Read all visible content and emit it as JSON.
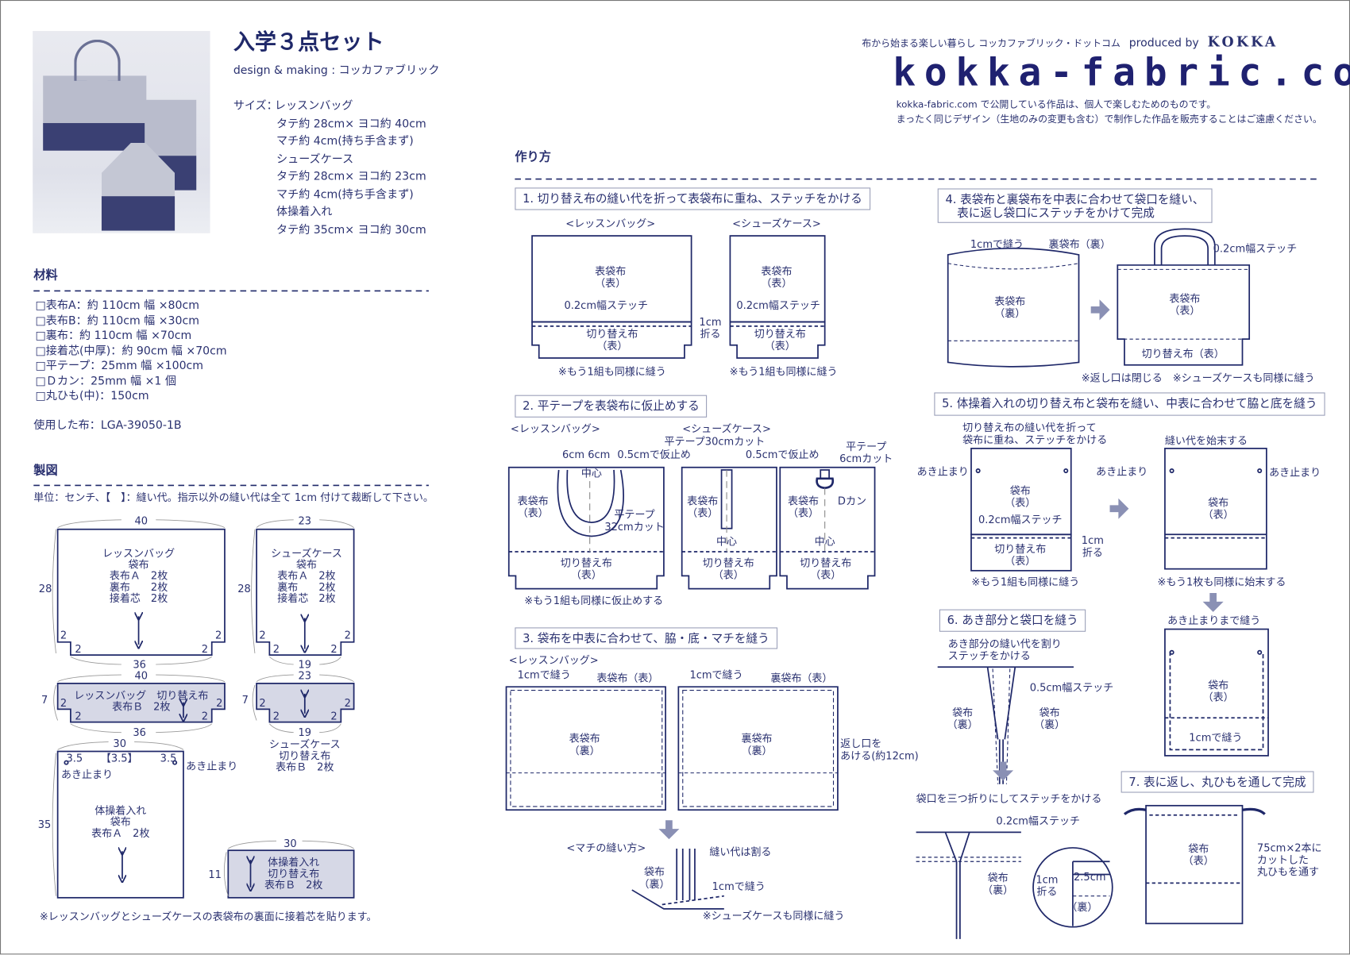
{
  "header": {
    "title": "入学３点セット",
    "credit": "design & making : コッカファブリック",
    "size_label": "サイズ：",
    "size_lines": [
      "レッスンバッグ",
      "タテ約 28cm× ヨコ約 40cm",
      "マチ約 4cm(持ち手含まず)",
      "シューズケース",
      "タテ約 28cm× ヨコ約 23cm",
      "マチ約 4cm(持ち手含まず)",
      "体操着入れ",
      "タテ約 35cm× ヨコ約 30cm"
    ]
  },
  "brand": {
    "tagline": "布から始まる楽しい暮らし コッカファブリック・ドットコム",
    "produced": "produced by",
    "kokka": "KOKKA",
    "logo": "kokka-fabric.com",
    "notice": [
      "kokka-fabric.com で公開している作品は、個人で楽しむためのものです。",
      "まったく同じデザイン（生地のみの変更も含む）で制作した作品を販売することはご遠慮ください。"
    ]
  },
  "materials": {
    "heading": "材料",
    "items": [
      "□表布A：約 110cm 幅 ×80cm",
      "□表布B：約 110cm 幅 ×30cm",
      "□裏布：約 110cm 幅 ×70cm",
      "□接着芯(中厚)：約 90cm 幅 ×70cm",
      "□平テープ：25mm 幅 ×100cm",
      "□Ｄカン：25mm 幅 ×1 個",
      "□丸ひも(中)：150cm"
    ],
    "used": "使用した布：LGA-39050-1B"
  },
  "pattern": {
    "heading": "製図",
    "note": "単位：センチ、【　】：縫い代。指示以外の縫い代は全て 1cm 付けて裁断して下さい。",
    "lesson_body": {
      "label": "レッスンバッグ\n袋布\n表布Ａ　2枚\n裏布　　2枚\n接着芯　2枚",
      "top": "40",
      "side": "28",
      "bottom": "36",
      "corner": "2"
    },
    "shoes_body": {
      "label": "シューズケース\n袋布\n表布Ａ　2枚\n裏布　　2枚\n接着芯　2枚",
      "top": "23",
      "side": "28",
      "bottom": "19",
      "corner": "2"
    },
    "lesson_switch": {
      "label": "レッスンバッグ　切り替え布\n表布Ｂ　2枚",
      "top": "40",
      "side": "7",
      "bottom": "36",
      "corner": "2"
    },
    "shoes_switch": {
      "label": "シューズケース\n切り替え布\n表布Ｂ　2枚",
      "top": "23",
      "side": "7",
      "bottom": "19",
      "corner": "2"
    },
    "gym_body": {
      "label": "体操着入れ\n袋布\n表布Ａ　2枚",
      "top": "30",
      "side": "35",
      "left_margin": "3.5",
      "seam": "【3.5】",
      "right_margin": "3.5",
      "stop": "あき止まり"
    },
    "gym_switch": {
      "label": "体操着入れ\n切り替え布\n表布Ｂ　2枚",
      "top": "30",
      "side": "11"
    },
    "footnote": "※レッスンバッグとシューズケースの表袋布の裏面に接着芯を貼ります。"
  },
  "steps": {
    "heading": "作り方",
    "s1": {
      "title": "1. 切り替え布の縫い代を折って表袋布に重ね、ステッチをかける",
      "lesson": "<レッスンバッグ>",
      "shoes": "<シューズケース>",
      "outer": "表袋布\n（表）",
      "stitch": "0.2cm幅ステッチ",
      "switch": "切り替え布\n（表）",
      "fold": "1cm\n折る",
      "note": "※もう1組も同様に縫う"
    },
    "s2": {
      "title": "2. 平テープを表袋布に仮止めする",
      "lesson": "<レッスンバッグ>",
      "shoes": "<シューズケース>",
      "six": "6cm 6cm",
      "baste": "0.5cmで仮止め",
      "center": "中心",
      "outer": "表袋布\n（表）",
      "tape32": "平テープ\n32cmカット",
      "tape30": "平テープ30cmカット",
      "tape6": "平テープ\n6cmカット",
      "dring": "Dカン",
      "switch": "切り替え布\n（表）",
      "note": "※もう1組も同様に仮止めする"
    },
    "s3": {
      "title": "3. 袋布を中表に合わせて、脇・底・マチを縫う",
      "lesson": "<レッスンバッグ>",
      "sew1": "1cmで縫う",
      "outer_face": "表袋布（表）",
      "lining_face": "裏袋布（表）",
      "outer": "表袋布\n（裏）",
      "lining": "裏袋布\n（裏）",
      "opening": "返し口を\nあける(約12cm)",
      "gusset": "<マチの縫い方>",
      "split": "縫い代は割る",
      "bag": "袋布\n（裏）",
      "note": "※シューズケースも同様に縫う"
    },
    "s4": {
      "title": "4. 表袋布と裏袋布を中表に合わせて袋口を縫い、\n　表に返し袋口にステッチをかけて完成",
      "sew1": "1cmで縫う",
      "lining_back": "裏袋布（裏）",
      "outer": "表袋布\n（裏）",
      "stitch": "0.2cm幅ステッチ",
      "outer_face": "表袋布\n（表）",
      "switch": "切り替え布（表）",
      "note": "※返し口は閉じる　※シューズケースも同様に縫う"
    },
    "s5": {
      "title": "5. 体操着入れの切り替え布と袋布を縫い、中表に合わせて脇と底を縫う",
      "instr": "切り替え布の縫い代を折って\n袋布に重ね、ステッチをかける",
      "stop": "あき止まり",
      "bag": "袋布\n（表）",
      "stitch": "0.2cm幅ステッチ",
      "switch": "切り替え布\n（表）",
      "fold": "1cm\n折る",
      "note": "※もう1組も同様に縫う",
      "finish": "縫い代を始末する",
      "note2": "※もう1枚も同様に始末する"
    },
    "s6": {
      "title": "6. あき部分と袋口を縫う",
      "instr": "あき部分の縫い代を割り\nステッチをかける",
      "stitch5": "0.5cm幅ステッチ",
      "bag_back": "袋布\n（裏）",
      "instr2": "袋口を三つ折りにしてステッチをかける",
      "stitch2": "0.2cm幅ステッチ",
      "fold": "1cm\n折る",
      "width": "2.5cm",
      "back": "（裏）",
      "sew_to_stop": "あき止まりまで縫う",
      "sew1": "1cmで縫う"
    },
    "s7": {
      "title": "7. 表に返し、丸ひもを通して完成",
      "bag": "袋布\n（表）",
      "cord": "75cm×2本に\nカットした\n丸ひもを通す"
    }
  },
  "colors": {
    "navy": "#1f2869",
    "fill": "#d6d8e6",
    "arrow": "#8a90b4"
  }
}
